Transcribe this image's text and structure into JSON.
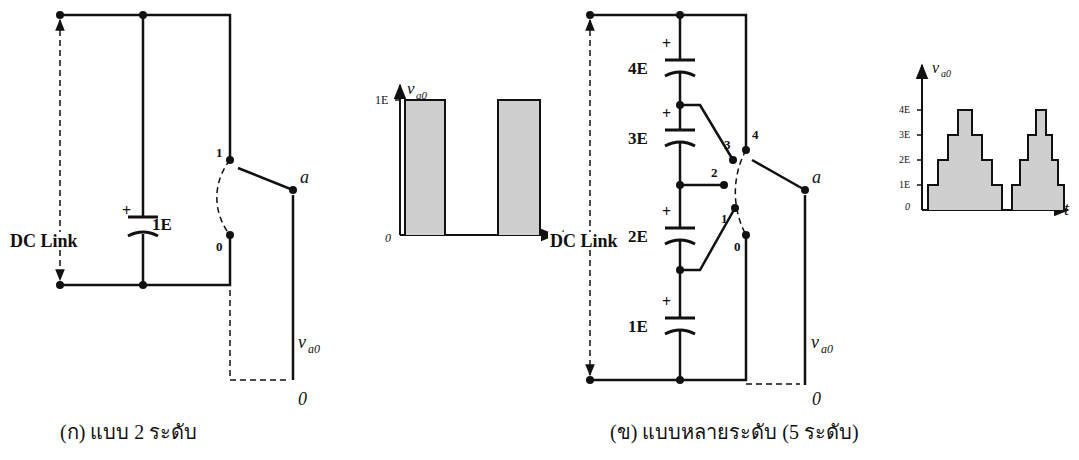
{
  "diagram": {
    "labels": [
      "DC Link",
      "+",
      "1E",
      "1",
      "0",
      "a",
      "v",
      "a0",
      "v",
      "a0",
      "1E",
      "0",
      "t",
      "0",
      "(ก) แบบ 2 ระดับ",
      "DC Link",
      "+",
      "4E",
      "+",
      "3E",
      "+",
      "2E",
      "+",
      "1E",
      "4",
      "3",
      "2",
      "1",
      "0",
      "a",
      "v",
      "a0",
      "v",
      "a0",
      "4E",
      "3E",
      "2E",
      "1E",
      "0",
      "t",
      "0",
      "(ข) แบบหลายระดับ (5 ระดับ)"
    ]
  }
}
